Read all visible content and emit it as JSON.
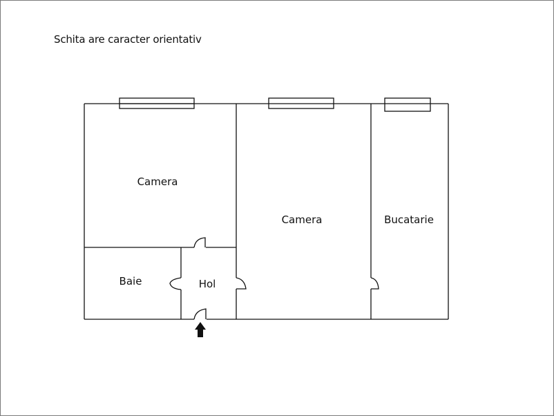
{
  "note": "Schita are caracter orientativ",
  "rooms": {
    "camera_1": "Camera",
    "camera_2": "Camera",
    "bucatarie": "Bucatarie",
    "baie": "Baie",
    "hol": "Hol"
  },
  "icons": {
    "entrance": "up-arrow"
  },
  "colors": {
    "wall": "#111111",
    "frame": "#7a7a7a",
    "background": "#ffffff"
  }
}
